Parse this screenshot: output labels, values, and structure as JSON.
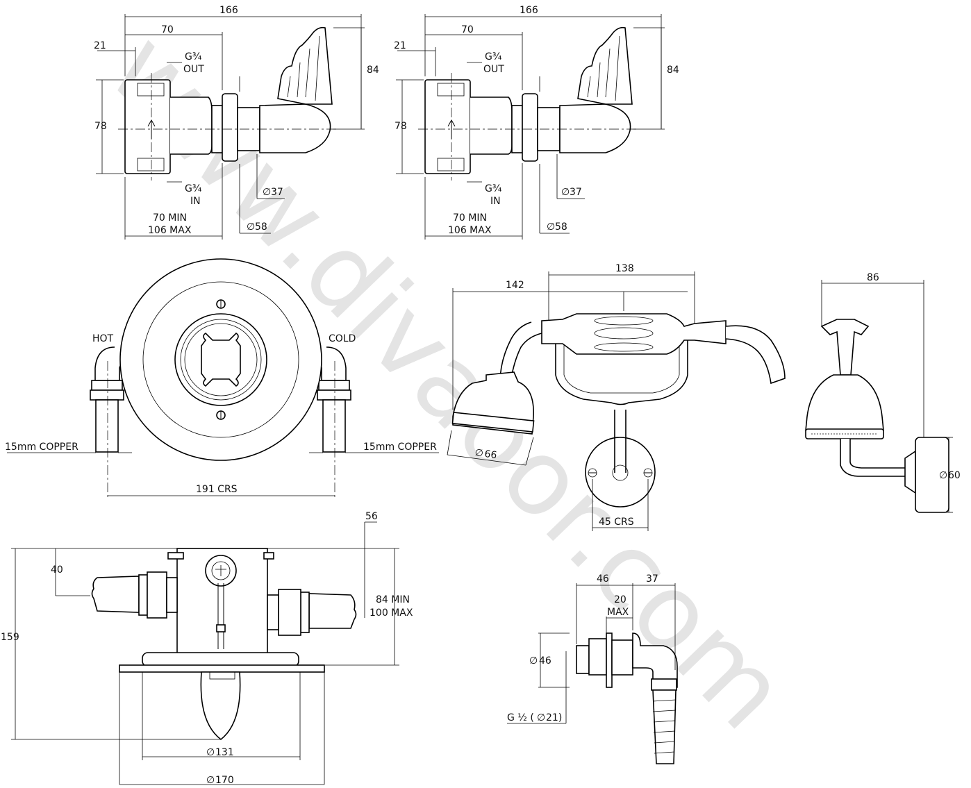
{
  "watermark": "www.divaoor.com",
  "valve_side_left": {
    "overall": "166",
    "depth": "70",
    "offset": "21",
    "outlet_line1": "G¾",
    "outlet_line2": "OUT",
    "inlet_line1": "G¾",
    "inlet_line2": "IN",
    "height": "78",
    "handle_height": "84",
    "dia_small": "37",
    "dia_large": "58",
    "range_line1": "70 MIN",
    "range_line2": "106 MAX"
  },
  "valve_side_right": {
    "overall": "166",
    "depth": "70",
    "offset": "21",
    "outlet_line1": "G¾",
    "outlet_line2": "OUT",
    "inlet_line1": "G¾",
    "inlet_line2": "IN",
    "height": "78",
    "handle_height": "84",
    "dia_small": "37",
    "dia_large": "58",
    "range_line1": "70 MIN",
    "range_line2": "106 MAX"
  },
  "valve_front": {
    "hot_label": "HOT",
    "cold_label": "COLD",
    "copper_left": "15mm COPPER",
    "copper_right": "15mm COPPER",
    "centres": "191 CRS"
  },
  "handset_front": {
    "handset_length": "142",
    "cradle_width": "138",
    "head_dia": "66",
    "plate_centres": "45 CRS"
  },
  "handset_side": {
    "projection": "86",
    "plate_dia": "60"
  },
  "valve_top": {
    "projection": "56",
    "top_offset": "40",
    "depth_line1": "84 MIN",
    "depth_line2": "100 MAX",
    "overall_height": "159",
    "inner_dia": "131",
    "outer_dia": "170"
  },
  "outlet_elbow": {
    "body_length": "46",
    "elbow_length": "37",
    "wall_line1": "20",
    "wall_line2": "MAX",
    "flange_dia": "46",
    "thread": "G ½ (",
    "thread_dia": "21)"
  }
}
